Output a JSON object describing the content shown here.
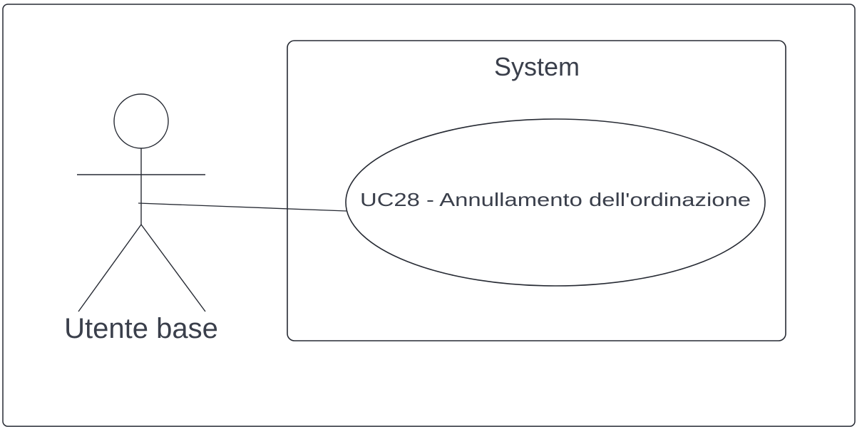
{
  "diagram": {
    "type": "use-case",
    "system_label": "System",
    "actor": {
      "name": "Utente base",
      "icon": "stick-figure-actor-icon"
    },
    "use_cases": [
      {
        "label": "UC28 - Annullamento dell'ordinazione"
      }
    ],
    "associations": [
      {
        "from": "Utente base",
        "to": "UC28 - Annullamento dell'ordinazione"
      }
    ],
    "colors": {
      "stroke": "#262a33",
      "text": "#3a3f4b",
      "background": "#ffffff"
    }
  }
}
